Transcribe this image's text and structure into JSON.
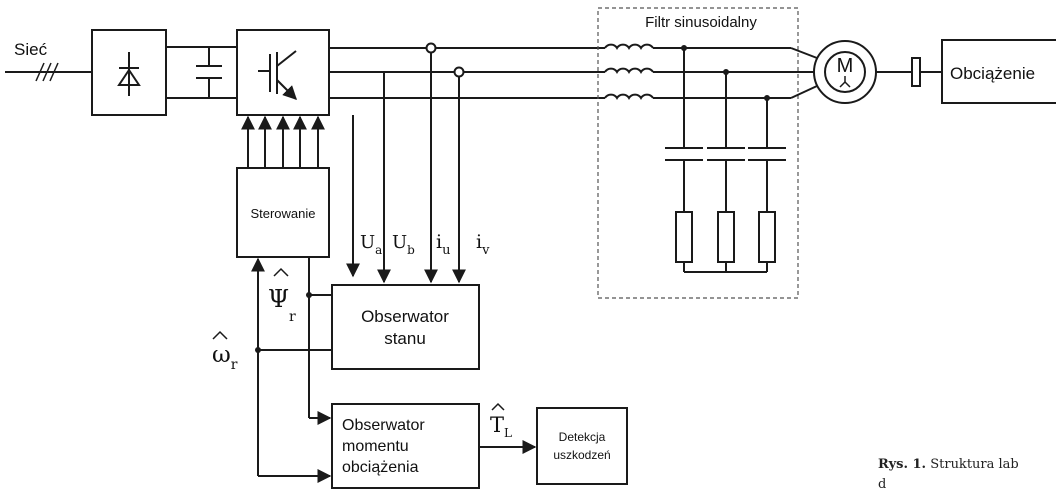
{
  "labels": {
    "grid": "Sieć",
    "control": "Sterowanie",
    "sine_filter": "Filtr sinusoidalny",
    "motor": "M",
    "load": "Obciążenie",
    "state_observer_line1": "Obserwator",
    "state_observer_line2": "stanu",
    "load_observer_line1": "Obserwator",
    "load_observer_line2": "momentu",
    "load_observer_line3": "obciążenia",
    "fault_detection_line1": "Detekcja",
    "fault_detection_line2": "uszkodzeń"
  },
  "signals": {
    "ua_main": "U",
    "ua_sub": "a",
    "ub_main": "U",
    "ub_sub": "b",
    "iu_main": "i",
    "iu_sub": "u",
    "iv_main": "i",
    "iv_sub": "v",
    "psi_main": "Ψ",
    "psi_sub": "r",
    "omega_main": "ω",
    "omega_sub": "r",
    "torque_main": "T",
    "torque_sub": "L"
  },
  "caption": {
    "figure_label": "Rys. 1.",
    "text_line1": "Struktura lab",
    "text_line2": "d"
  },
  "colors": {
    "line": "#1a1a1a",
    "filter_border": "#555555",
    "background": "#ffffff"
  }
}
